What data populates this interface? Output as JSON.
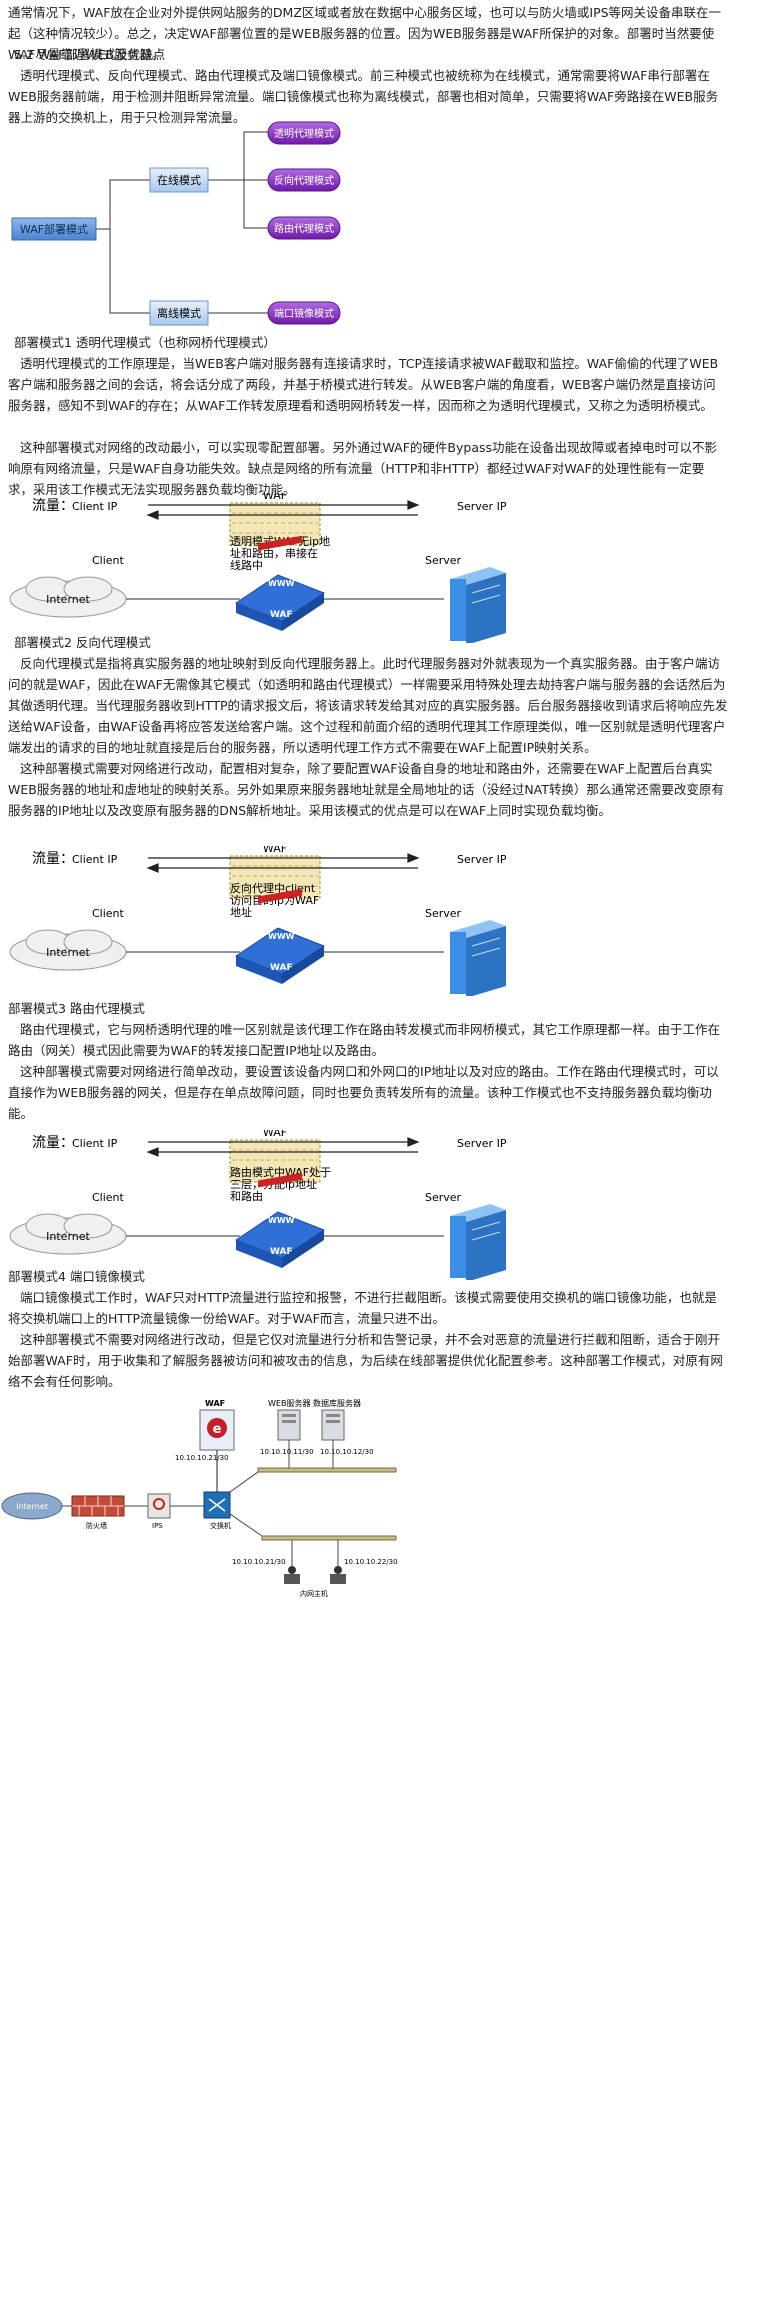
{
  "intro": "通常情况下，WAF放在企业对外提供网站服务的DMZ区域或者放在数据中心服务区域，也可以与防火墙或IPS等网关设备串联在一起（这种情况较少）。总之，决定WAF部署位置的是WEB服务器的位置。因为WEB服务器是WAF所保护的对象。部署时当然要使WAF尽量靠近WEB服务器。",
  "section_title": "5.2 WAF部署模式及优缺点",
  "section_para": "透明代理模式、反向代理模式、路由代理模式及端口镜像模式。前三种模式也被统称为在线模式，通常需要将WAF串行部署在WEB服务器前端，用于检测并阻断异常流量。端口镜像模式也称为离线模式，部署也相对简单，只需要将WAF旁路接在WEB服务器上游的交换机上，用于只检测异常流量。",
  "tree": {
    "root": "WAF部署模式",
    "online": "在线模式",
    "offline": "离线模式",
    "modes": [
      "透明代理模式",
      "反向代理模式",
      "路由代理模式",
      "端口镜像模式"
    ]
  },
  "mode1": {
    "heading": "部署模式1 透明代理模式（也称网桥代理模式）",
    "p1": "透明代理模式的工作原理是，当WEB客户端对服务器有连接请求时，TCP连接请求被WAF截取和监控。WAF偷偷的代理了WEB客户端和服务器之间的会话，将会话分成了两段，并基于桥模式进行转发。从WEB客户端的角度看，WEB客户端仍然是直接访问服务器，感知不到WAF的存在；从WAF工作转发原理看和透明网桥转发一样，因而称之为透明代理模式，又称之为透明桥模式。",
    "p2": "这种部署模式对网络的改动最小，可以实现零配置部署。另外通过WAF的硬件Bypass功能在设备出现故障或者掉电时可以不影响原有网络流量，只是WAF自身功能失效。缺点是网络的所有流量（HTTP和非HTTP）都经过WAF对WAF的处理性能有一定要求，采用该工作模式无法实现服务器负载均衡功能。"
  },
  "mode2": {
    "heading": "部署模式2 反向代理模式",
    "p1": "反向代理模式是指将真实服务器的地址映射到反向代理服务器上。此时代理服务器对外就表现为一个真实服务器。由于客户端访问的就是WAF，因此在WAF无需像其它模式（如透明和路由代理模式）一样需要采用特殊处理去劫持客户端与服务器的会话然后为其做透明代理。当代理服务器收到HTTP的请求报文后，将该请求转发给其对应的真实服务器。后台服务器接收到请求后将响应先发送给WAF设备，由WAF设备再将应答发送给客户端。这个过程和前面介绍的透明代理其工作原理类似，唯一区别就是透明代理客户端发出的请求的目的地址就直接是后台的服务器，所以透明代理工作方式不需要在WAF上配置IP映射关系。",
    "p2": "这种部署模式需要对网络进行改动，配置相对复杂，除了要配置WAF设备自身的地址和路由外，还需要在WAF上配置后台真实WEB服务器的地址和虚地址的映射关系。另外如果原来服务器地址就是全局地址的话（没经过NAT转换）那么通常还需要改变原有服务器的IP地址以及改变原有服务器的DNS解析地址。采用该模式的优点是可以在WAF上同时实现负载均衡。"
  },
  "mode3": {
    "heading": "部署模式3 路由代理模式",
    "p1": "路由代理模式，它与网桥透明代理的唯一区别就是该代理工作在路由转发模式而非网桥模式，其它工作原理都一样。由于工作在路由（网关）模式因此需要为WAF的转发接口配置IP地址以及路由。",
    "p2": "这种部署模式需要对网络进行简单改动，要设置该设备内网口和外网口的IP地址以及对应的路由。工作在路由代理模式时，可以直接作为WEB服务器的网关，但是存在单点故障问题，同时也要负责转发所有的流量。该种工作模式也不支持服务器负载均衡功能。"
  },
  "mode4": {
    "heading": "部署模式4 端口镜像模式",
    "p1": "端口镜像模式工作时，WAF只对HTTP流量进行监控和报警，不进行拦截阻断。该模式需要使用交换机的端口镜像功能，也就是将交换机端口上的HTTP流量镜像一份给WAF。对于WAF而言，流量只进不出。",
    "p2": "这种部署模式不需要对网络进行改动，但是它仅对流量进行分析和告警记录，并不会对恶意的流量进行拦截和阻断，适合于刚开始部署WAF时，用于收集和了解服务器被访问和被攻击的信息，为后续在线部署提供优化配置参考。这种部署工作模式，对原有网络不会有任何影响。"
  },
  "netfig": {
    "flow_label": "流量：",
    "client_ip": "Client IP",
    "server_ip": "Server IP",
    "waf": "WAF",
    "client": "Client",
    "server": "Server",
    "internet": "Internet",
    "www": "WWW",
    "waf_device": "WAF"
  },
  "fig1_note": [
    "透明模式WAF无ip地",
    "址和路由，串接在",
    "线路中"
  ],
  "fig2_note": [
    "反向代理中client",
    "访问目的ip为WAF",
    "地址"
  ],
  "fig3_note": [
    "路由模式中WAF处于",
    "三层，分配ip地址",
    "和路由"
  ],
  "mirror": {
    "waf": "WAF",
    "waf_ip": "10.10.10.21/30",
    "web_group": "WEB服务器 数据库服务器",
    "ip_a": "10.10.10.11/30",
    "ip_b": "10.10.10.12/30",
    "internet": "Internet",
    "firewall": "防火墙",
    "ips": "IPS",
    "switch": "交换机",
    "ip_c": "10.10.10.21/30",
    "ip_d": "10.10.10.22/30",
    "clients": "内网主机"
  },
  "colors": {
    "purple": "#8b2fc9",
    "blue_box": "#b9d3f0",
    "arrow": "#222222",
    "waf_device": "#2f6fd6",
    "server": "#3a8ee6"
  }
}
